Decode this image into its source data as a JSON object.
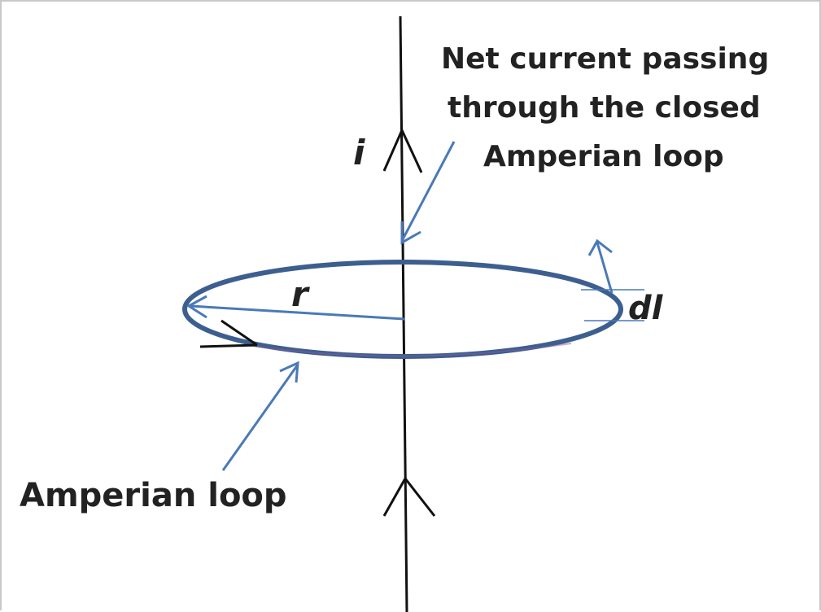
{
  "labels": {
    "current": "i",
    "radius": "r",
    "element": "dl",
    "net_current_line1": "Net current passing",
    "net_current_line2": "through the closed",
    "net_current_line3": "Amperian loop",
    "loop": "Amperian loop"
  },
  "colors": {
    "wire": "#111111",
    "loop": "#3d5f8f",
    "loop_bottom": "#8a5aa0",
    "pointer": "#4a79b8",
    "text": "#222222"
  }
}
